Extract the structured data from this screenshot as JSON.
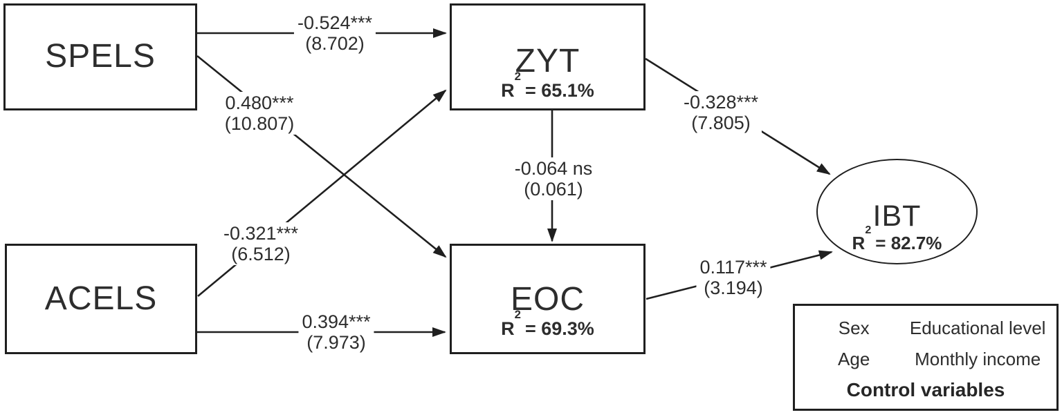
{
  "nodes": {
    "spels": {
      "label": "SPELS"
    },
    "acels": {
      "label": "ACELS"
    },
    "zyt": {
      "label": "ZYT",
      "r": "R",
      "exp": "2",
      "rest": "= 65.1%"
    },
    "eoc": {
      "label": "EOC",
      "r": "R",
      "exp": "2",
      "rest": "= 69.3%"
    },
    "ibt": {
      "label": "IBT",
      "r": "R",
      "exp": "2",
      "rest": "= 82.7%"
    }
  },
  "paths": [
    {
      "from": "SPELS",
      "to": "ZYT",
      "coef": "-0.524***",
      "t": "(8.702)"
    },
    {
      "from": "SPELS",
      "to": "EOC",
      "coef": "0.480***",
      "t": "(10.807)"
    },
    {
      "from": "ACELS",
      "to": "ZYT",
      "coef": "-0.321***",
      "t": "(6.512)"
    },
    {
      "from": "ACELS",
      "to": "EOC",
      "coef": "0.394***",
      "t": "(7.973)"
    },
    {
      "from": "ZYT",
      "to": "EOC",
      "coef": "-0.064 ns",
      "t": "(0.061)"
    },
    {
      "from": "ZYT",
      "to": "IBT",
      "coef": "-0.328***",
      "t": "(7.805)"
    },
    {
      "from": "EOC",
      "to": "IBT",
      "coef": "0.117***",
      "t": "(3.194)"
    }
  ],
  "control": {
    "items": [
      "Sex",
      "Educational level",
      "Age",
      "Monthly income"
    ],
    "title": "Control variables"
  },
  "colors": {
    "line": "#1f1f1f",
    "text": "#2d2d2d",
    "background": "#ffffff"
  }
}
